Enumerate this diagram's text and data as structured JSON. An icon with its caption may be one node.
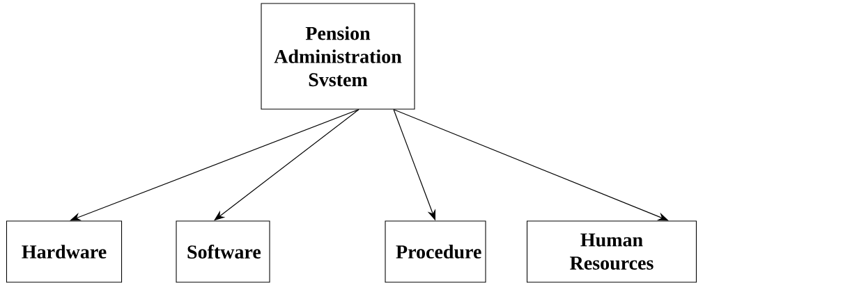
{
  "diagram": {
    "nodes": [
      {
        "text": [
          "Pension Administration Svstem"
        ]
      },
      {
        "text": [
          "Hardware"
        ]
      },
      {
        "text": [
          "Software"
        ]
      },
      {
        "text": [
          "Procedure"
        ]
      },
      {
        "text": [
          "Human Resources"
        ]
      }
    ],
    "edges": [
      {
        "from": 0,
        "to": 1,
        "arrow": "to"
      },
      {
        "from": 0,
        "to": 2,
        "arrow": "to"
      },
      {
        "from": 0,
        "to": 3,
        "arrow": "to"
      },
      {
        "from": 0,
        "to": 4,
        "arrow": "to"
      }
    ]
  }
}
